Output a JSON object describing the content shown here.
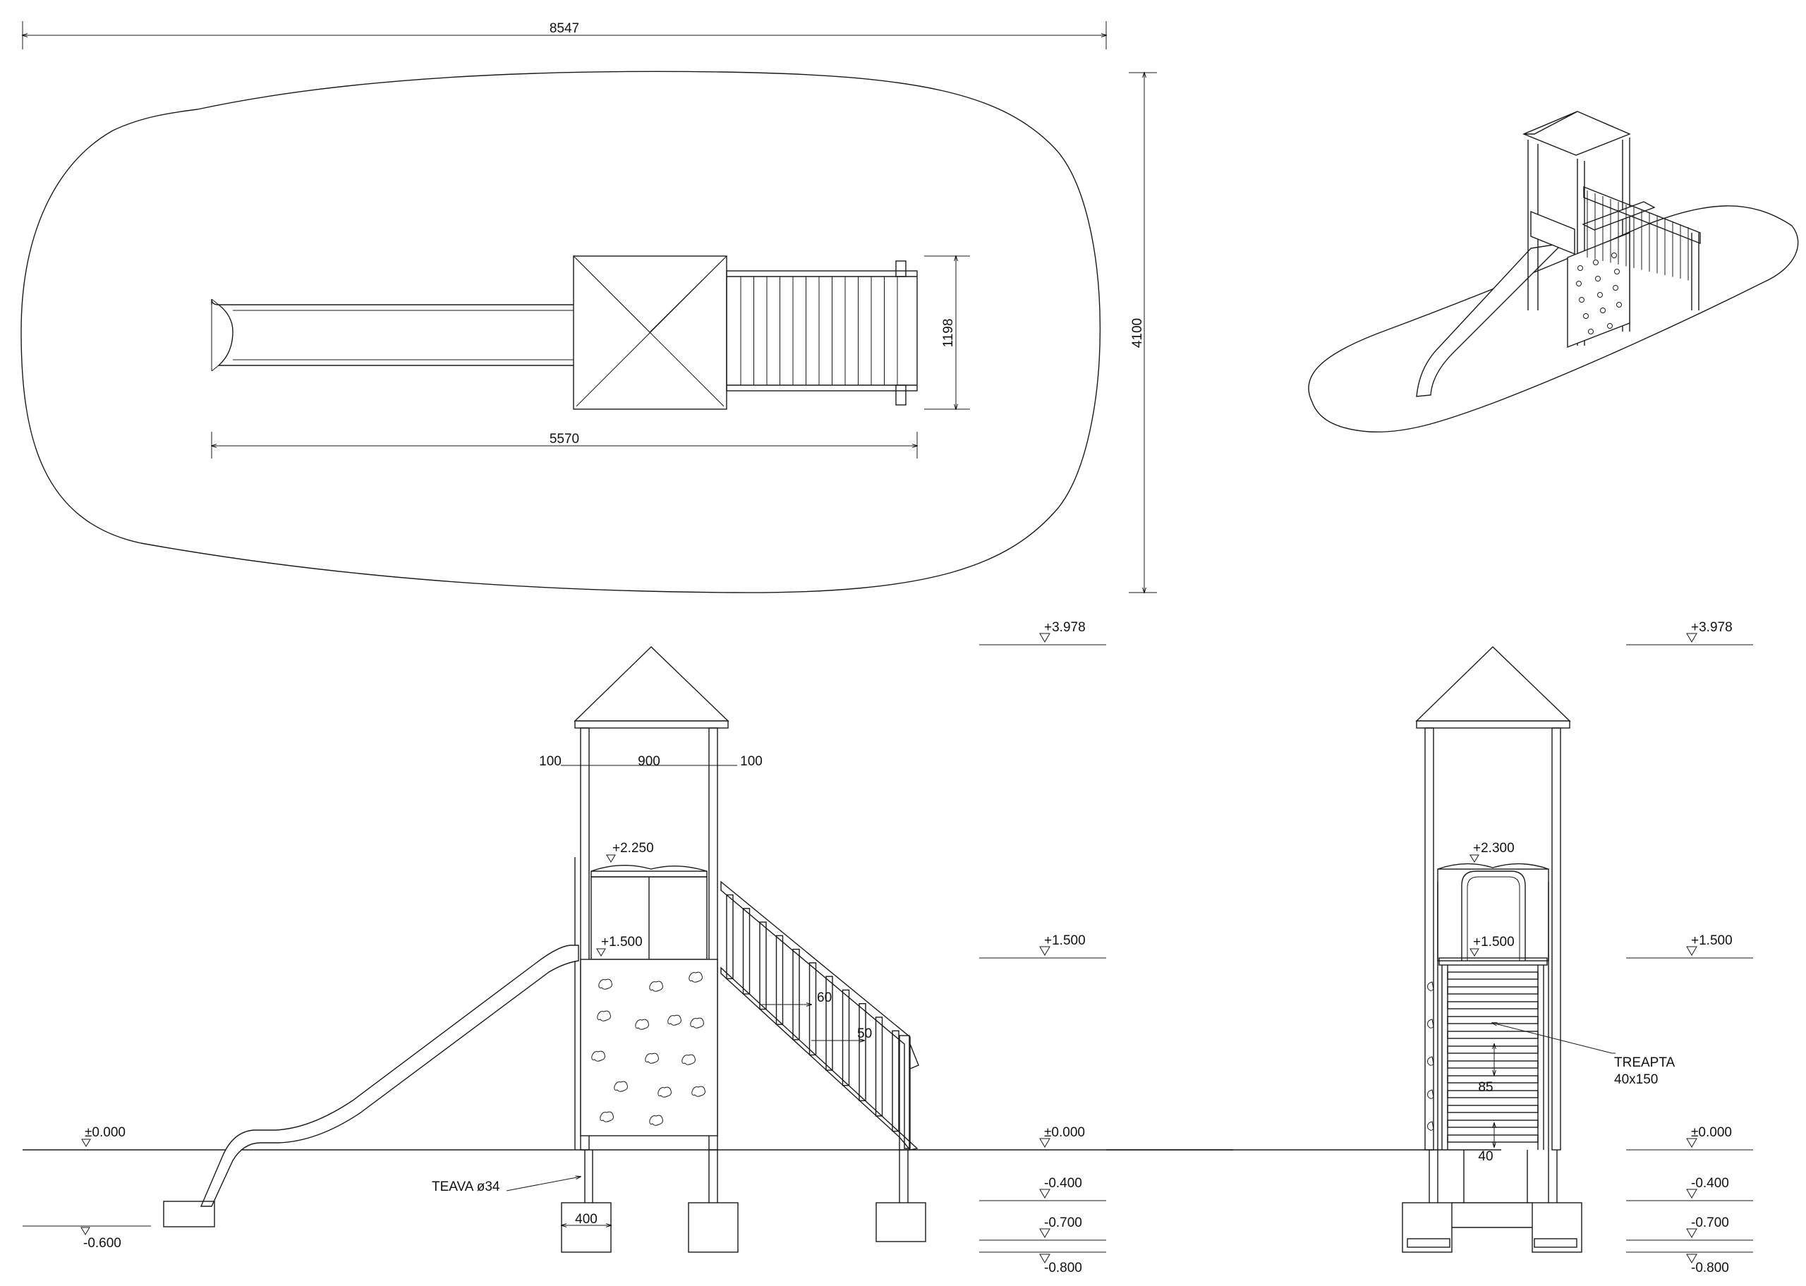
{
  "plan": {
    "overall_length": "8547",
    "overall_width": "4100",
    "equipment_width": "1198",
    "equipment_length": "5570"
  },
  "side_elevation": {
    "post_left": "100",
    "platform_width": "900",
    "post_right": "100",
    "level_platform_top": "+2.250",
    "level_platform": "+1.500",
    "rail_spacing_a": "60",
    "rail_spacing_b": "50",
    "pipe_label": "TEAVA ø34",
    "footing_width": "400",
    "ground_level": "±0.000",
    "slide_foundation_level": "-0.600"
  },
  "front_elevation": {
    "level_platform_top": "+2.300",
    "level_platform": "+1.500",
    "step_label_line1": "TREAPTA",
    "step_label_line2": "40x150",
    "step_spacing": "85",
    "bottom_gap": "40",
    "ground_level": "±0.000"
  },
  "level_scale_left": [
    "+3.978",
    "+1.500",
    "±0.000",
    "-0.400",
    "-0.700",
    "-0.800"
  ],
  "level_scale_right": [
    "+3.978",
    "+1.500",
    "±0.000",
    "-0.400",
    "-0.700",
    "-0.800"
  ]
}
